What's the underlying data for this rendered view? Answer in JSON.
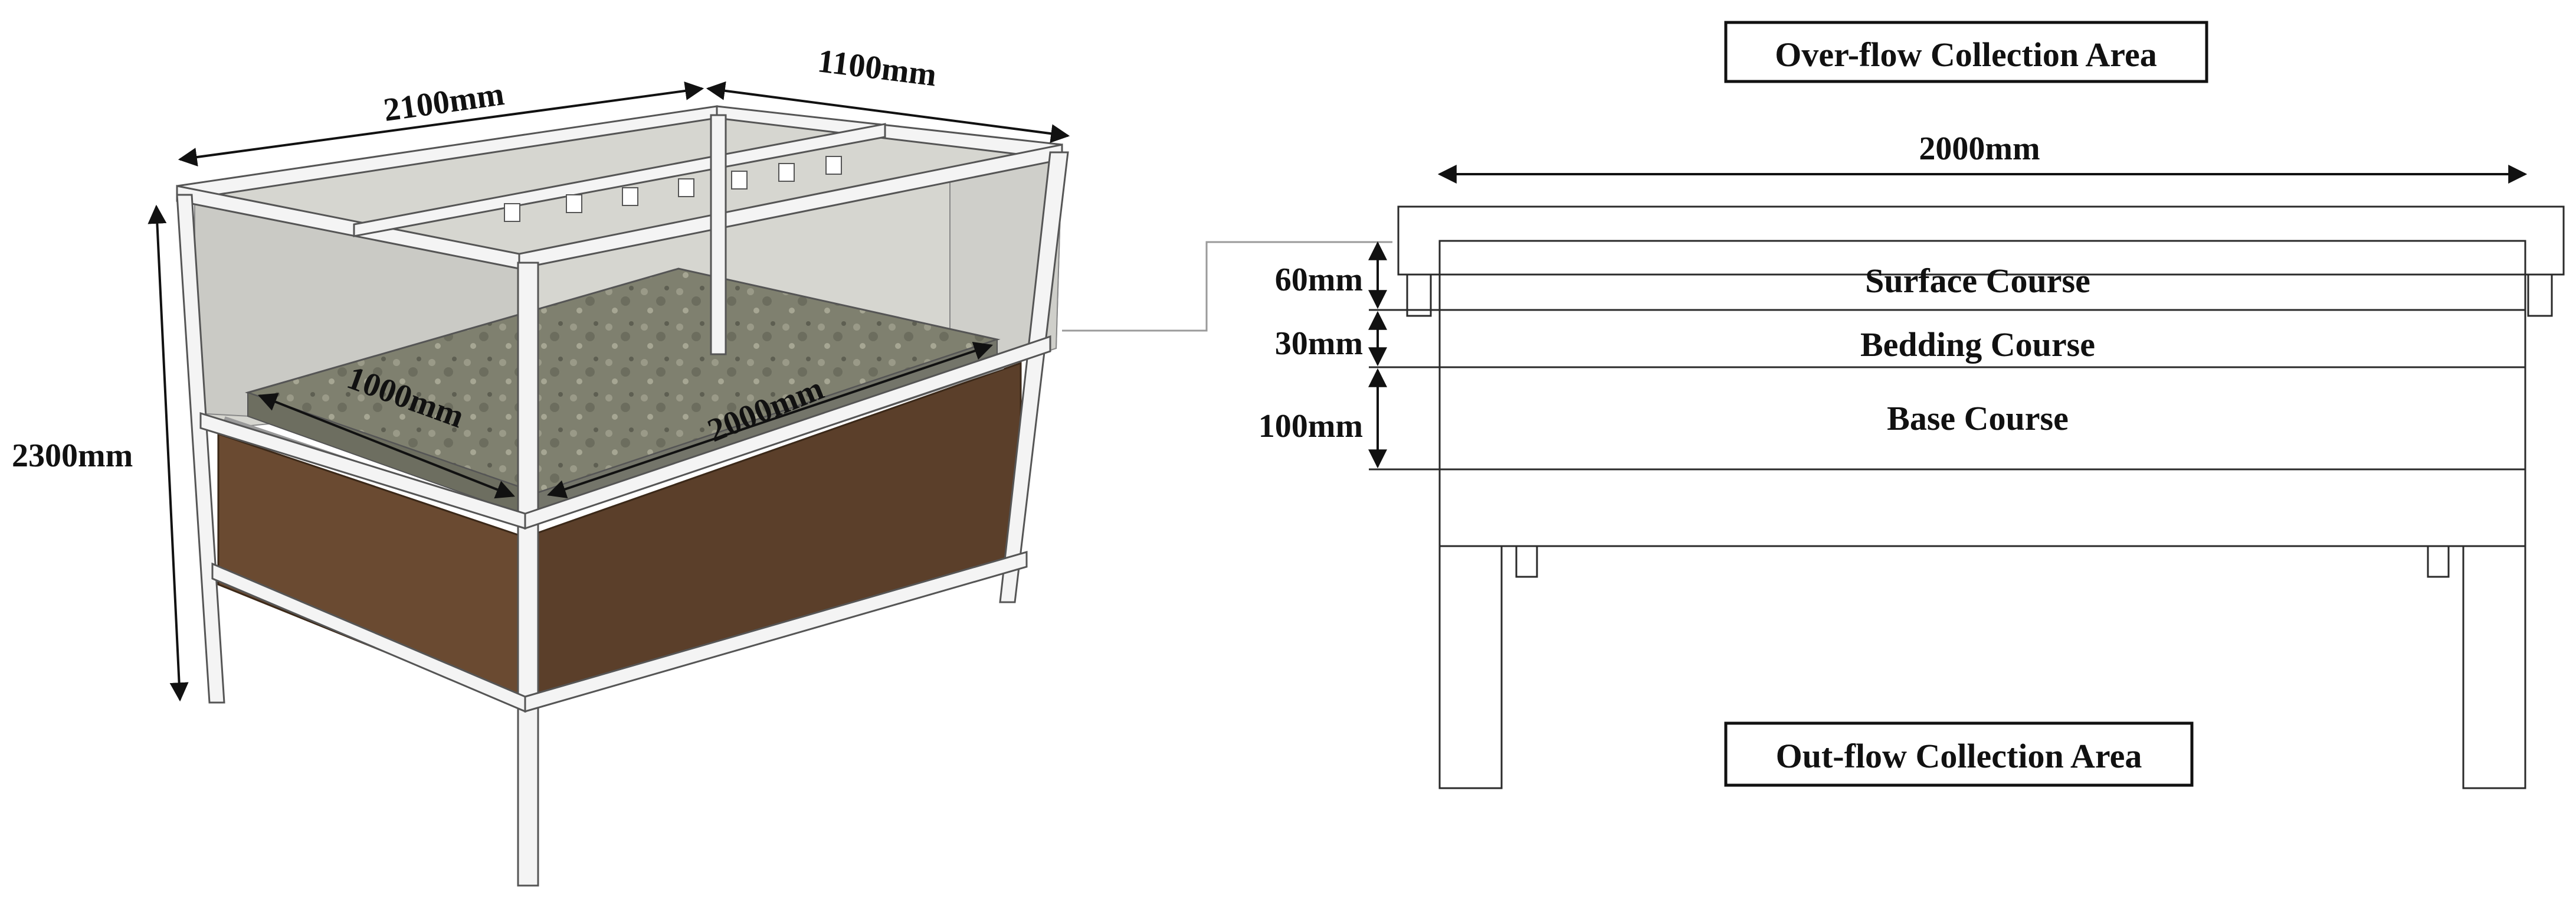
{
  "left_diagram": {
    "width_label": "2100mm",
    "depth_label": "1100mm",
    "height_label": "2300mm",
    "pavement_width_label": "1000mm",
    "pavement_length_label": "2000mm"
  },
  "right_diagram": {
    "top_box": "Over-flow Collection Area",
    "bottom_box": "Out-flow Collection Area",
    "span_label": "2000mm",
    "layers": [
      {
        "thickness": "60mm",
        "name": "Surface Course"
      },
      {
        "thickness": "30mm",
        "name": "Bedding Course"
      },
      {
        "thickness": "100mm",
        "name": "Base Course"
      }
    ]
  },
  "colors": {
    "frame": "#f4f4f4",
    "wood": "#5b3f2a",
    "glass": "#d4d4cf",
    "pavement": "#8a8a7a"
  }
}
